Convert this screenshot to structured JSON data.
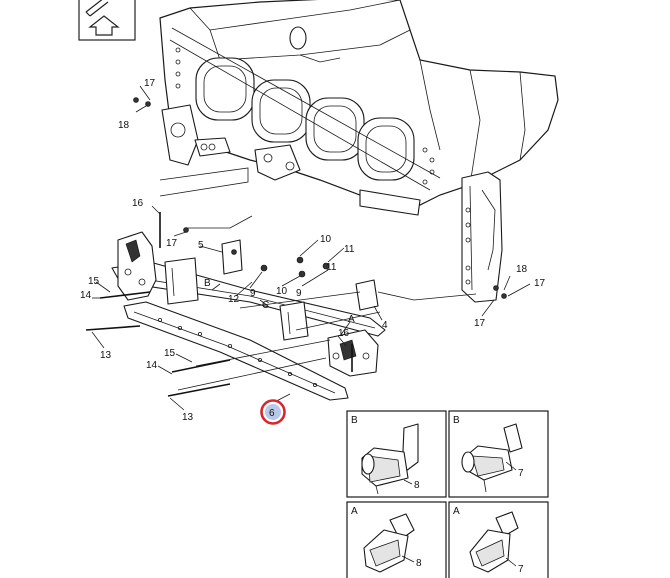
{
  "callouts": {
    "c17a": "17",
    "c18a": "18",
    "c16a": "16",
    "c17b": "17",
    "c5": "5",
    "c10a": "10",
    "c11a": "11",
    "c9a": "9",
    "c10b": "10",
    "c11b": "11",
    "c9b": "9",
    "c12": "12",
    "c15a": "15",
    "c14a": "14",
    "c13a": "13",
    "c4": "4",
    "c16b": "16",
    "c15b": "15",
    "c14b": "14",
    "c13b": "13",
    "c6": "6",
    "c18b": "18",
    "c17c": "17",
    "c17d": "17",
    "c8a": "8",
    "c7a": "7",
    "c8b": "8",
    "c7b": "7"
  },
  "section_labels": {
    "lB": "B",
    "lC": "C",
    "lA": "A",
    "pB1": "B",
    "pB2": "B",
    "pA1": "A",
    "pA2": "A"
  },
  "colors": {
    "highlight_ring": "#d7262e",
    "highlight_fill": "#b9c8e8"
  },
  "icons": {
    "corner_nav": "edit-and-up-arrow-icon"
  }
}
